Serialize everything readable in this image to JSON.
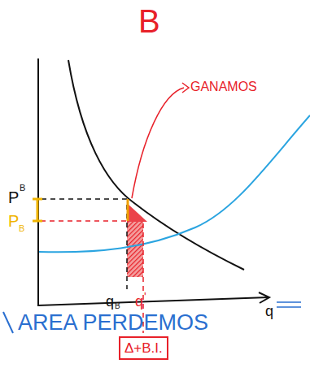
{
  "diagram": {
    "title": "B",
    "nodes": [
      {
        "text": [
          "Δ+B.I."
        ]
      }
    ],
    "edges": [],
    "labels": [
      "GANAMOS",
      "P",
      "B",
      "P",
      "B",
      "q",
      "B",
      "q",
      "'",
      "q",
      "AREA PERDEMOS"
    ]
  }
}
